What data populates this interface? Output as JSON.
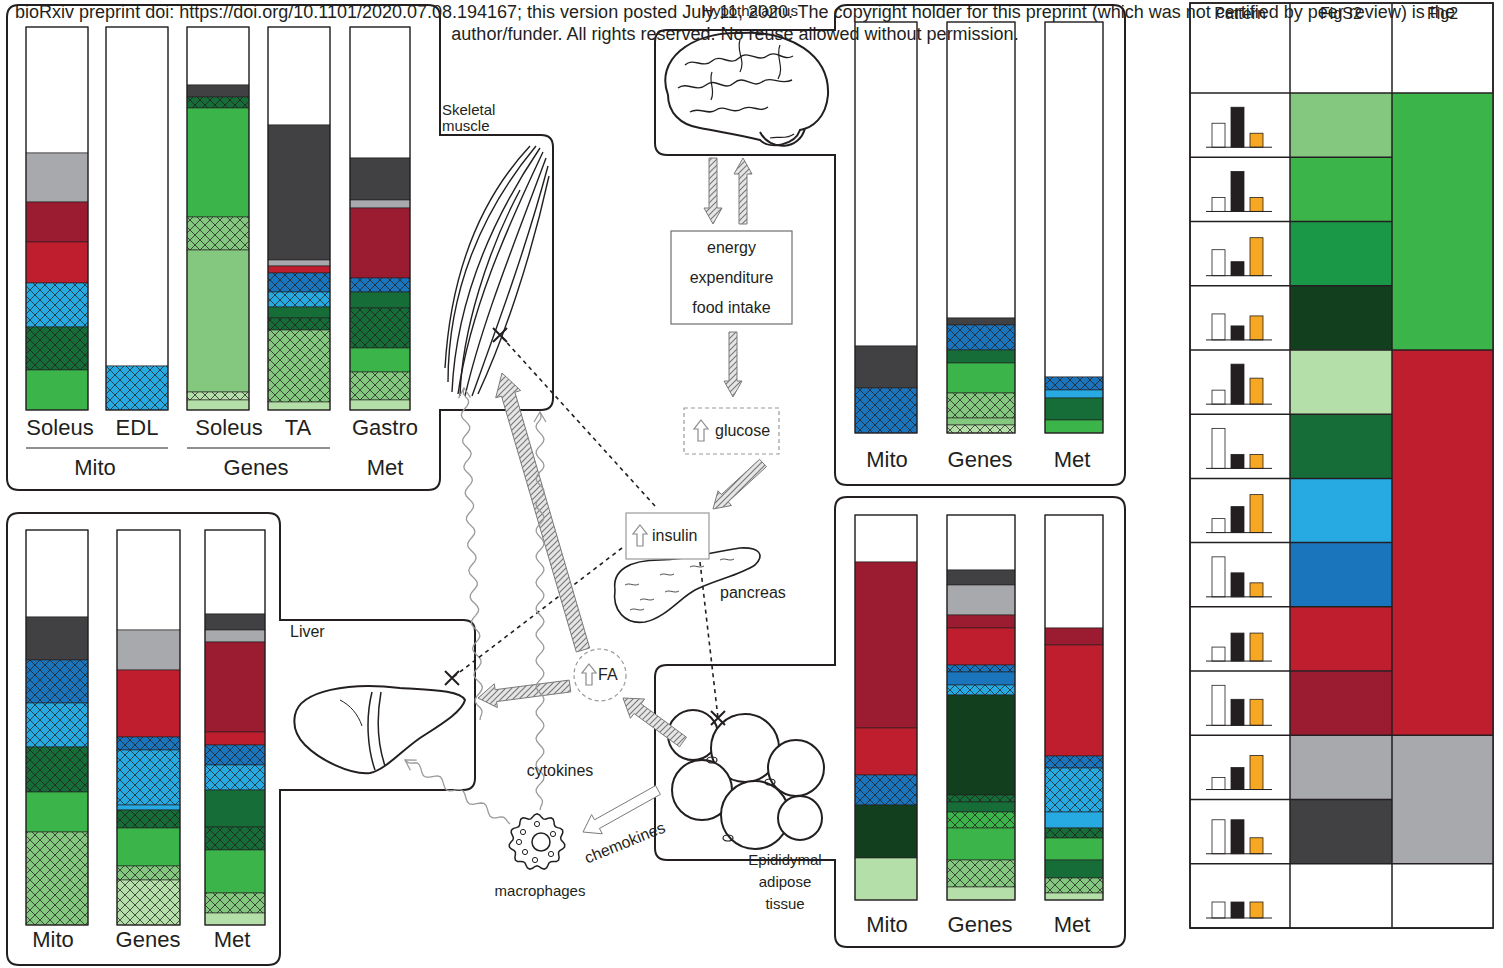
{
  "diagram": {
    "nodes": [
      {
        "text": [
          "Skeletal muscle",
          "Soleus",
          "EDL",
          "Soleus",
          "TA",
          "Gastro",
          "Mito",
          "Genes",
          "Met"
        ]
      },
      {
        "text": [
          "Hypothalamus",
          "Mito",
          "Genes",
          "Met"
        ]
      },
      {
        "text": [
          "energy expenditure food intake"
        ]
      },
      {
        "text": [
          "glucose"
        ]
      },
      {
        "text": [
          "insulin"
        ]
      },
      {
        "text": [
          "Liver",
          "Mito",
          "Genes",
          "Met"
        ]
      },
      {
        "text": [
          "FA"
        ]
      },
      {
        "text": [
          "Epididymal adipose tissue",
          "Mito",
          "Genes",
          "Met"
        ]
      },
      {
        "text": [
          "macrophages"
        ]
      }
    ],
    "edges": [
      {
        "from": 1,
        "to": 2,
        "arrow": "to"
      },
      {
        "from": 2,
        "to": 1,
        "arrow": "to"
      },
      {
        "from": 2,
        "to": 3,
        "arrow": "to"
      },
      {
        "from": 3,
        "to": 4,
        "arrow": "to"
      },
      {
        "from": 4,
        "to": 0,
        "arrow": "none"
      },
      {
        "from": 4,
        "to": 5,
        "arrow": "none"
      },
      {
        "from": 4,
        "to": 7,
        "arrow": "none"
      },
      {
        "from": 6,
        "to": 0,
        "arrow": "to"
      },
      {
        "from": 6,
        "to": 5,
        "arrow": "to"
      },
      {
        "from": 7,
        "to": 6,
        "arrow": "to"
      },
      {
        "from": 7,
        "to": 8,
        "arrow": "to",
        "label": "chemokines"
      },
      {
        "from": 8,
        "to": 5,
        "arrow": "to"
      },
      {
        "from": 8,
        "to": 0,
        "arrow": "to",
        "label": "cytokines"
      }
    ],
    "labels": [
      "bioRxiv preprint doi: https://doi.org/10.1101/2020.07.08.194167; this version posted July 11, 2020. The copyright holder for this preprint (which was not certified by peer review) is the author/funder. All rights reserved. No reuse allowed without permission.",
      "pancreas",
      "Pattern",
      "FigS2",
      "Fig2"
    ]
  }
}
